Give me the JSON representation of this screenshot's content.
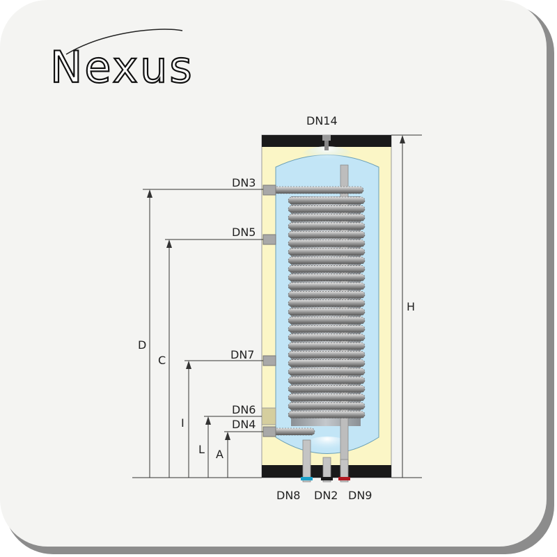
{
  "logo": {
    "text": "Nexus"
  },
  "connections": {
    "top": "DN14",
    "dn3": "DN3",
    "dn5": "DN5",
    "dn7": "DN7",
    "dn6": "DN6",
    "dn4": "DN4",
    "bottom_left": "DN8",
    "bottom_mid": "DN2",
    "bottom_right": "DN9"
  },
  "dimensions": {
    "d": "D",
    "c": "C",
    "i": "I",
    "l": "L",
    "a": "A",
    "h": "H"
  },
  "colors": {
    "insulation": "#fbf6c6",
    "water": "#c2e5f6",
    "cap": "#1a1a1a",
    "cold_marker": "#1aa0c8",
    "hot_marker": "#b01820"
  }
}
